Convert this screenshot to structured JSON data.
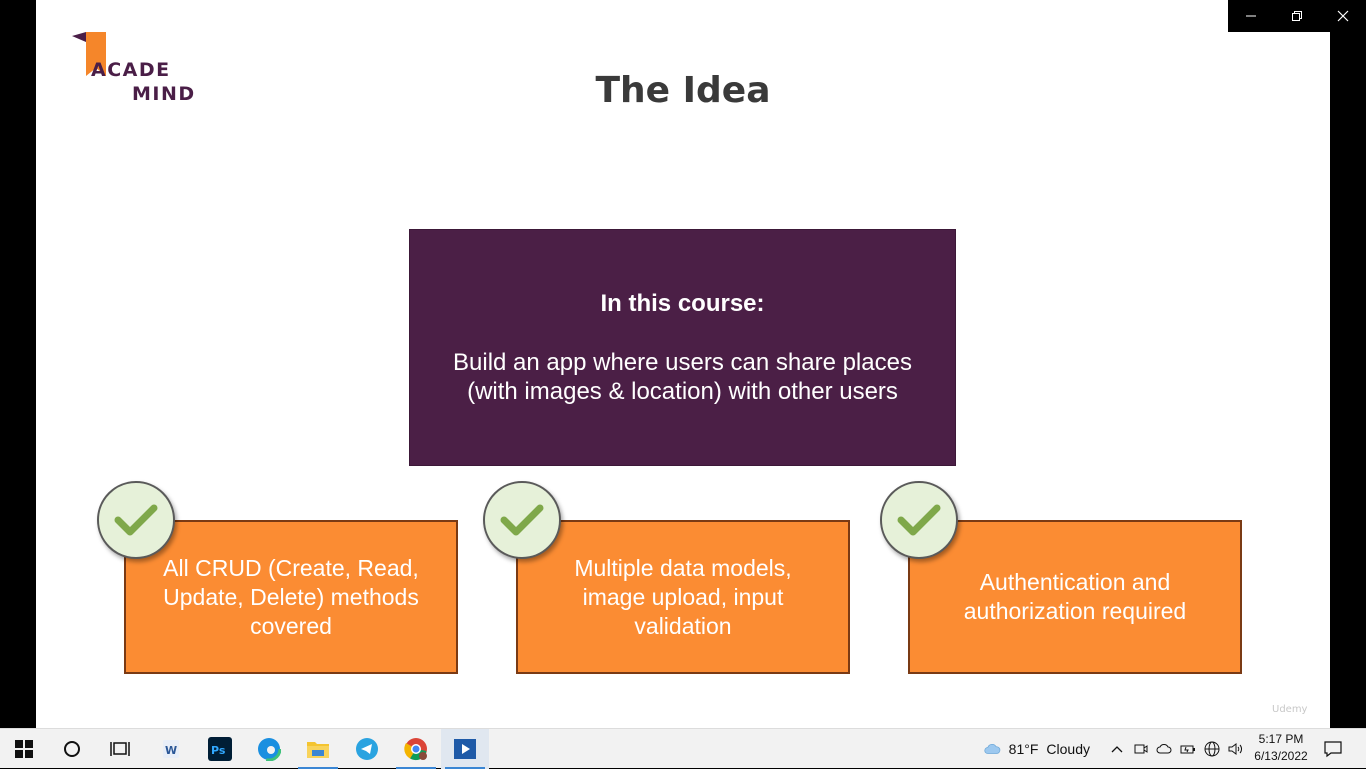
{
  "slide": {
    "logo": {
      "line1": "ACADE",
      "line2": "MIND"
    },
    "title": "The Idea",
    "main_box": {
      "heading": "In this course:",
      "body_line1": "Build an app where users can share places",
      "body_line2": "(with images & location) with other users"
    },
    "cards": [
      {
        "line1": "All CRUD (Create, Read,",
        "line2": "Update, Delete) methods",
        "line3": "covered"
      },
      {
        "line1": "Multiple data models,",
        "line2": "image upload, input",
        "line3": "validation"
      },
      {
        "line1": "Authentication and",
        "line2": "authorization required"
      }
    ],
    "watermark": "Udemy"
  },
  "colors": {
    "purple": "#4b1f46",
    "orange": "#fb8c33",
    "check_green": "#7fa84a"
  },
  "window_controls": [
    "minimize-icon",
    "restore-icon",
    "close-icon"
  ],
  "taskbar": {
    "apps": [
      "start",
      "search",
      "task-view",
      "word",
      "photoshop",
      "edge",
      "file-explorer",
      "telegram",
      "chrome",
      "media-player"
    ],
    "weather": {
      "temp": "81°F",
      "condition": "Cloudy"
    },
    "time": "5:17 PM",
    "date": "6/13/2022"
  }
}
